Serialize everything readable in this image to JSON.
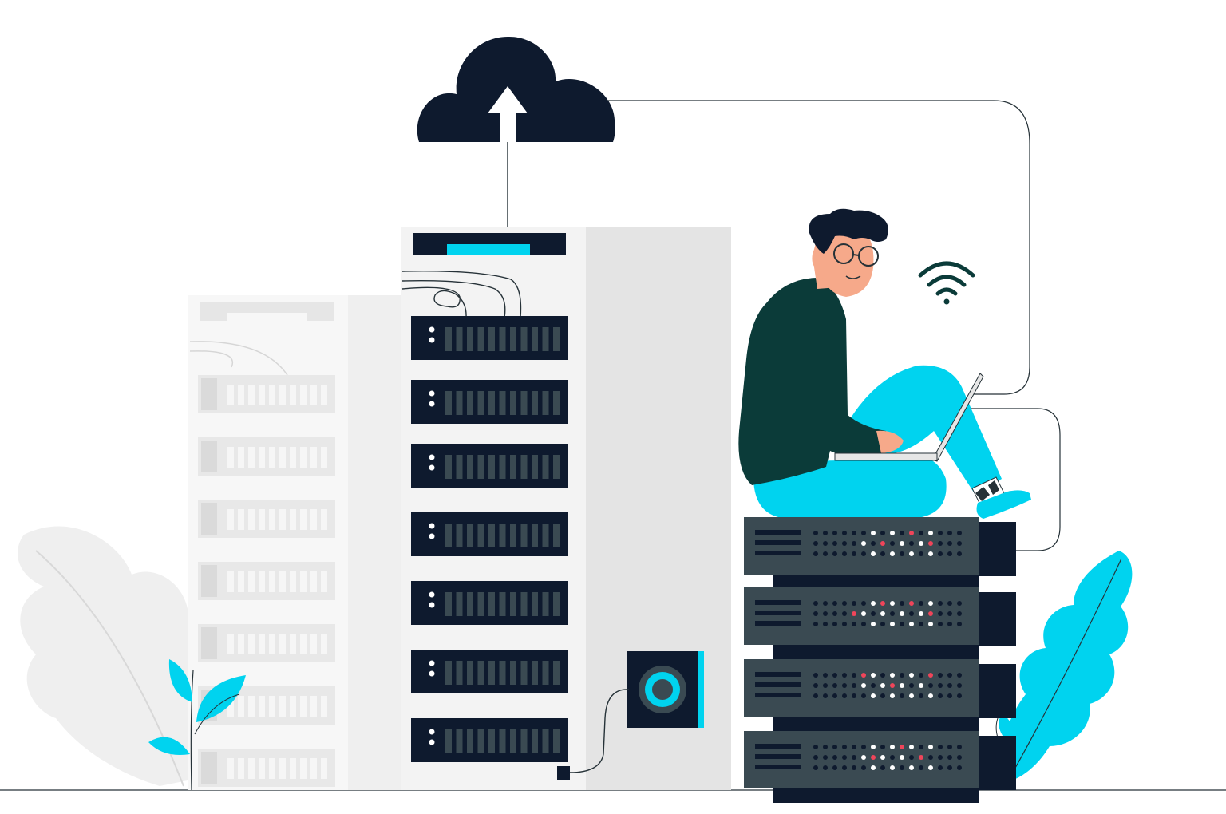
{
  "colors": {
    "navy": "#0e1a2e",
    "accent_cyan": "#00d3ef",
    "hoodie_green": "#0b3b39",
    "rack_light": "#f3f3f3",
    "rack_side": "#e4e4e4",
    "ghost_rack": "#f0f0f0",
    "ghost_slot": "#e2e2e2",
    "server_slate": "#3a4a52",
    "led_red": "#f0455a",
    "led_white": "#ffffff",
    "leaf_gray": "#efefef",
    "skin": "#f6a98a",
    "line": "#263238"
  },
  "icons": [
    "cloud-upload-icon",
    "up-arrow-icon",
    "wifi-icon"
  ],
  "scene": {
    "main_rack_units": 7,
    "ghost_rack_units": 7,
    "stack_servers": 4
  }
}
